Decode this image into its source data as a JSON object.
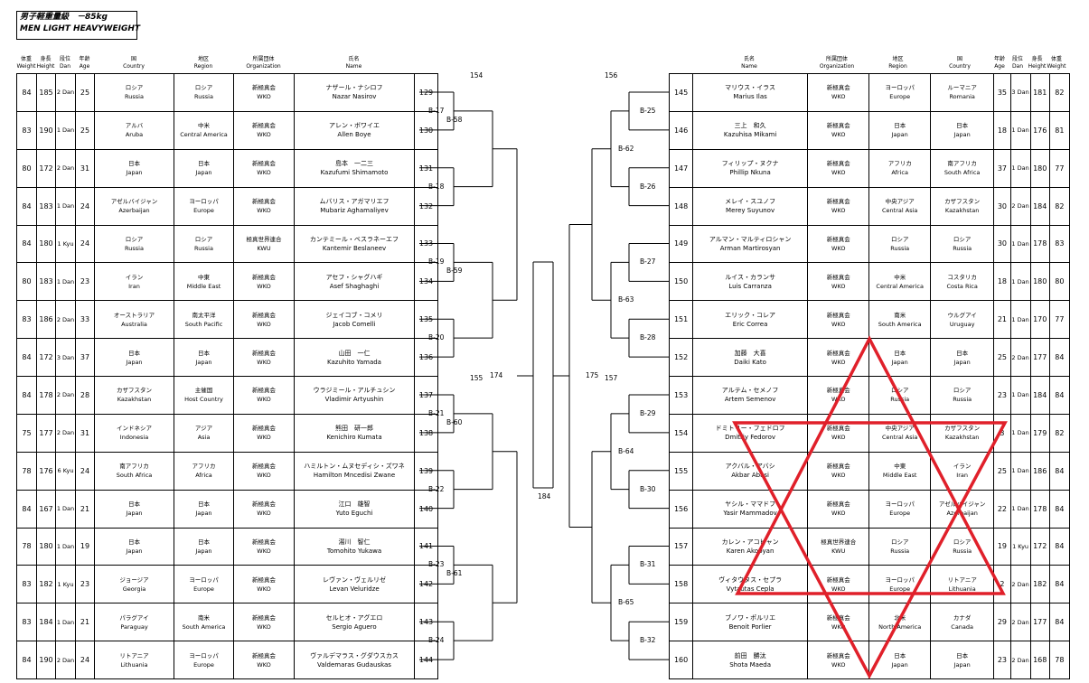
{
  "title": {
    "jp": "男子軽重量級　－85kg",
    "en": "MEN LIGHT HEAVYWEIGHT"
  },
  "headers": {
    "left": [
      {
        "jp": "体重",
        "en": "Weight"
      },
      {
        "jp": "身長",
        "en": "Height"
      },
      {
        "jp": "段位",
        "en": "Dan"
      },
      {
        "jp": "年齢",
        "en": "Age"
      },
      {
        "jp": "国",
        "en": "Country"
      },
      {
        "jp": "地区",
        "en": "Region"
      },
      {
        "jp": "所属団体",
        "en": "Organization"
      },
      {
        "jp": "氏名",
        "en": "Name"
      }
    ],
    "right": [
      {
        "jp": "氏名",
        "en": "Name"
      },
      {
        "jp": "所属団体",
        "en": "Organization"
      },
      {
        "jp": "地区",
        "en": "Region"
      },
      {
        "jp": "国",
        "en": "Country"
      },
      {
        "jp": "年齢",
        "en": "Age"
      },
      {
        "jp": "段位",
        "en": "Dan"
      },
      {
        "jp": "身長",
        "en": "Height"
      },
      {
        "jp": "体重",
        "en": "Weight"
      }
    ]
  },
  "left_players": [
    {
      "w": "84",
      "h": "185",
      "dan": "2 Dan",
      "age": "25",
      "country_jp": "ロシア",
      "country_en": "Russia",
      "region_jp": "ロシア",
      "region_en": "Russia",
      "org_jp": "新極真会",
      "org_en": "WKO",
      "name_jp": "ナザール・ナシロフ",
      "name_en": "Nazar Nasirov",
      "no": "129"
    },
    {
      "w": "83",
      "h": "190",
      "dan": "1 Dan",
      "age": "25",
      "country_jp": "アルバ",
      "country_en": "Aruba",
      "region_jp": "中米",
      "region_en": "Central America",
      "org_jp": "新極真会",
      "org_en": "WKO",
      "name_jp": "アレン・ボワイエ",
      "name_en": "Allen Boye",
      "no": "130"
    },
    {
      "w": "80",
      "h": "172",
      "dan": "2 Dan",
      "age": "31",
      "country_jp": "日本",
      "country_en": "Japan",
      "region_jp": "日本",
      "region_en": "Japan",
      "org_jp": "新極真会",
      "org_en": "WKO",
      "name_jp": "島本　一二三",
      "name_en": "Kazufumi Shimamoto",
      "no": "131"
    },
    {
      "w": "84",
      "h": "183",
      "dan": "1 Dan",
      "age": "24",
      "country_jp": "アゼルバイジャン",
      "country_en": "Azerbaijan",
      "region_jp": "ヨーロッパ",
      "region_en": "Europe",
      "org_jp": "新極真会",
      "org_en": "WKO",
      "name_jp": "ムバリス・アガマリエフ",
      "name_en": "Mubariz Aghamaliyev",
      "no": "132"
    },
    {
      "w": "84",
      "h": "180",
      "dan": "1 Kyu",
      "age": "24",
      "country_jp": "ロシア",
      "country_en": "Russia",
      "region_jp": "ロシア",
      "region_en": "Russia",
      "org_jp": "極真世界連合",
      "org_en": "KWU",
      "name_jp": "カンテミール・ベスラネーエフ",
      "name_en": "Kantemir Beslaneev",
      "no": "133"
    },
    {
      "w": "80",
      "h": "183",
      "dan": "1 Dan",
      "age": "23",
      "country_jp": "イラン",
      "country_en": "Iran",
      "region_jp": "中東",
      "region_en": "Middle East",
      "org_jp": "新極真会",
      "org_en": "WKO",
      "name_jp": "アセフ・シャグハギ",
      "name_en": "Asef Shaghaghi",
      "no": "134"
    },
    {
      "w": "83",
      "h": "186",
      "dan": "2 Dan",
      "age": "33",
      "country_jp": "オーストラリア",
      "country_en": "Australia",
      "region_jp": "南太平洋",
      "region_en": "South Pacific",
      "org_jp": "新極真会",
      "org_en": "WKO",
      "name_jp": "ジェイコブ・コメリ",
      "name_en": "Jacob Comelli",
      "no": "135"
    },
    {
      "w": "84",
      "h": "172",
      "dan": "3 Dan",
      "age": "37",
      "country_jp": "日本",
      "country_en": "Japan",
      "region_jp": "日本",
      "region_en": "Japan",
      "org_jp": "新極真会",
      "org_en": "WKO",
      "name_jp": "山田　一仁",
      "name_en": "Kazuhito Yamada",
      "no": "136"
    },
    {
      "w": "84",
      "h": "178",
      "dan": "2 Dan",
      "age": "28",
      "country_jp": "カザフスタン",
      "country_en": "Kazakhstan",
      "region_jp": "主催国",
      "region_en": "Host Country",
      "org_jp": "新極真会",
      "org_en": "WKO",
      "name_jp": "ウラジミール・アルチュシン",
      "name_en": "Vladimir Artyushin",
      "no": "137"
    },
    {
      "w": "75",
      "h": "177",
      "dan": "2 Dan",
      "age": "31",
      "country_jp": "インドネシア",
      "country_en": "Indonesia",
      "region_jp": "アジア",
      "region_en": "Asia",
      "org_jp": "新極真会",
      "org_en": "WKO",
      "name_jp": "熊田　研一郎",
      "name_en": "Kenichiro Kumata",
      "no": "138"
    },
    {
      "w": "78",
      "h": "176",
      "dan": "6 Kyu",
      "age": "24",
      "country_jp": "南アフリカ",
      "country_en": "South Africa",
      "region_jp": "アフリカ",
      "region_en": "Africa",
      "org_jp": "新極真会",
      "org_en": "WKO",
      "name_jp": "ハミルトン・ムヌセディシ・ズワネ",
      "name_en": "Hamilton Mncedisi Zwane",
      "no": "139"
    },
    {
      "w": "84",
      "h": "167",
      "dan": "1 Dan",
      "age": "21",
      "country_jp": "日本",
      "country_en": "Japan",
      "region_jp": "日本",
      "region_en": "Japan",
      "org_jp": "新極真会",
      "org_en": "WKO",
      "name_jp": "江口　雄智",
      "name_en": "Yuto Eguchi",
      "no": "140"
    },
    {
      "w": "78",
      "h": "180",
      "dan": "1 Dan",
      "age": "19",
      "country_jp": "日本",
      "country_en": "Japan",
      "region_jp": "日本",
      "region_en": "Japan",
      "org_jp": "新極真会",
      "org_en": "WKO",
      "name_jp": "湯川　智仁",
      "name_en": "Tomohito Yukawa",
      "no": "141"
    },
    {
      "w": "83",
      "h": "182",
      "dan": "1 Kyu",
      "age": "23",
      "country_jp": "ジョージア",
      "country_en": "Georgia",
      "region_jp": "ヨーロッパ",
      "region_en": "Europe",
      "org_jp": "新極真会",
      "org_en": "WKO",
      "name_jp": "レヴァン・ヴェルリゼ",
      "name_en": "Levan Veluridze",
      "no": "142"
    },
    {
      "w": "83",
      "h": "184",
      "dan": "1 Dan",
      "age": "21",
      "country_jp": "パラグアイ",
      "country_en": "Paraguay",
      "region_jp": "南米",
      "region_en": "South America",
      "org_jp": "新極真会",
      "org_en": "WKO",
      "name_jp": "セルヒオ・アグエロ",
      "name_en": "Sergio Aguero",
      "no": "143"
    },
    {
      "w": "84",
      "h": "190",
      "dan": "2 Dan",
      "age": "24",
      "country_jp": "リトアニア",
      "country_en": "Lithuania",
      "region_jp": "ヨーロッパ",
      "region_en": "Europe",
      "org_jp": "新極真会",
      "org_en": "WKO",
      "name_jp": "ヴァルデマラス・グダウスカス",
      "name_en": "Valdemaras Gudauskas",
      "no": "144"
    }
  ],
  "right_players": [
    {
      "no": "145",
      "name_jp": "マリウス・イラス",
      "name_en": "Marius Ilas",
      "org_jp": "新極真会",
      "org_en": "WKO",
      "region_jp": "ヨーロッパ",
      "region_en": "Europe",
      "country_jp": "ルーマニア",
      "country_en": "Romania",
      "age": "35",
      "dan": "3 Dan",
      "h": "181",
      "w": "82"
    },
    {
      "no": "146",
      "name_jp": "三上　和久",
      "name_en": "Kazuhisa Mikami",
      "org_jp": "新極真会",
      "org_en": "WKO",
      "region_jp": "日本",
      "region_en": "Japan",
      "country_jp": "日本",
      "country_en": "Japan",
      "age": "18",
      "dan": "1 Dan",
      "h": "176",
      "w": "81"
    },
    {
      "no": "147",
      "name_jp": "フィリップ・ヌクナ",
      "name_en": "Phillip Nkuna",
      "org_jp": "新極真会",
      "org_en": "WKO",
      "region_jp": "アフリカ",
      "region_en": "Africa",
      "country_jp": "南アフリカ",
      "country_en": "South Africa",
      "age": "37",
      "dan": "1 Dan",
      "h": "180",
      "w": "77"
    },
    {
      "no": "148",
      "name_jp": "メレイ・スユノフ",
      "name_en": "Merey Suyunov",
      "org_jp": "新極真会",
      "org_en": "WKO",
      "region_jp": "中央アジア",
      "region_en": "Central Asia",
      "country_jp": "カザフスタン",
      "country_en": "Kazakhstan",
      "age": "30",
      "dan": "2 Dan",
      "h": "184",
      "w": "82"
    },
    {
      "no": "149",
      "name_jp": "アルマン・マルティロシャン",
      "name_en": "Arman Martirosyan",
      "org_jp": "新極真会",
      "org_en": "WKO",
      "region_jp": "ロシア",
      "region_en": "Russia",
      "country_jp": "ロシア",
      "country_en": "Russia",
      "age": "30",
      "dan": "1 Dan",
      "h": "178",
      "w": "83"
    },
    {
      "no": "150",
      "name_jp": "ルイス・カランサ",
      "name_en": "Luis Carranza",
      "org_jp": "新極真会",
      "org_en": "WKO",
      "region_jp": "中米",
      "region_en": "Central America",
      "country_jp": "コスタリカ",
      "country_en": "Costa Rica",
      "age": "18",
      "dan": "1 Dan",
      "h": "180",
      "w": "80"
    },
    {
      "no": "151",
      "name_jp": "エリック・コレア",
      "name_en": "Eric Correa",
      "org_jp": "新極真会",
      "org_en": "WKO",
      "region_jp": "南米",
      "region_en": "South America",
      "country_jp": "ウルグアイ",
      "country_en": "Uruguay",
      "age": "21",
      "dan": "1 Dan",
      "h": "170",
      "w": "77"
    },
    {
      "no": "152",
      "name_jp": "加藤　大喜",
      "name_en": "Daiki Kato",
      "org_jp": "新極真会",
      "org_en": "WKO",
      "region_jp": "日本",
      "region_en": "Japan",
      "country_jp": "日本",
      "country_en": "Japan",
      "age": "25",
      "dan": "2 Dan",
      "h": "177",
      "w": "84"
    },
    {
      "no": "153",
      "name_jp": "アルテム・セメノフ",
      "name_en": "Artem Semenov",
      "org_jp": "新極真会",
      "org_en": "WKO",
      "region_jp": "ロシア",
      "region_en": "Russia",
      "country_jp": "ロシア",
      "country_en": "Russia",
      "age": "23",
      "dan": "1 Dan",
      "h": "184",
      "w": "84"
    },
    {
      "no": "154",
      "name_jp": "ドミトリー・フェドロフ",
      "name_en": "Dmitriy Fedorov",
      "org_jp": "新極真会",
      "org_en": "WKO",
      "region_jp": "中央アジア",
      "region_en": "Central Asia",
      "country_jp": "カザフスタン",
      "country_en": "Kazakhstan",
      "age": "3",
      "dan": "1 Dan",
      "h": "179",
      "w": "82"
    },
    {
      "no": "155",
      "name_jp": "アクバル・アバシ",
      "name_en": "Akbar Abasi",
      "org_jp": "新極真会",
      "org_en": "WKO",
      "region_jp": "中東",
      "region_en": "Middle East",
      "country_jp": "イラン",
      "country_en": "Iran",
      "age": "25",
      "dan": "1 Dan",
      "h": "186",
      "w": "84"
    },
    {
      "no": "156",
      "name_jp": "ヤシル・ママドフ",
      "name_en": "Yasir Mammadov",
      "org_jp": "新極真会",
      "org_en": "WKO",
      "region_jp": "ヨーロッパ",
      "region_en": "Europe",
      "country_jp": "アゼルバイジャン",
      "country_en": "Azerbaijan",
      "age": "22",
      "dan": "1 Dan",
      "h": "178",
      "w": "84"
    },
    {
      "no": "157",
      "name_jp": "カレン・アコピャン",
      "name_en": "Karen Akopyan",
      "org_jp": "極真世界連合",
      "org_en": "KWU",
      "region_jp": "ロシア",
      "region_en": "Russia",
      "country_jp": "ロシア",
      "country_en": "Russia",
      "age": "19",
      "dan": "1 Kyu",
      "h": "172",
      "w": "84"
    },
    {
      "no": "158",
      "name_jp": "ヴィタウタス・セプラ",
      "name_en": "Vytautas Cepla",
      "org_jp": "新極真会",
      "org_en": "WKO",
      "region_jp": "ヨーロッパ",
      "region_en": "Europe",
      "country_jp": "リトアニア",
      "country_en": "Lithuania",
      "age": "2",
      "dan": "2 Dan",
      "h": "182",
      "w": "84"
    },
    {
      "no": "159",
      "name_jp": "ブノワ・ポルリエ",
      "name_en": "Benoit Porlier",
      "org_jp": "新極真会",
      "org_en": "WKO",
      "region_jp": "北米",
      "region_en": "North America",
      "country_jp": "カナダ",
      "country_en": "Canada",
      "age": "29",
      "dan": "2 Dan",
      "h": "177",
      "w": "84"
    },
    {
      "no": "160",
      "name_jp": "前田　勝汰",
      "name_en": "Shota Maeda",
      "org_jp": "新極真会",
      "org_en": "WKO",
      "region_jp": "日本",
      "region_en": "Japan",
      "country_jp": "日本",
      "country_en": "Japan",
      "age": "23",
      "dan": "2 Dan",
      "h": "168",
      "w": "78"
    }
  ],
  "bracket_left": {
    "r1": [
      "B-17",
      "B-18",
      "B-19",
      "B-20",
      "B-21",
      "B-22",
      "B-23",
      "B-24"
    ],
    "r2": [
      "B-58",
      "B-59",
      "B-60",
      "B-61"
    ],
    "r3": [
      "154",
      "155"
    ],
    "semi": "174"
  },
  "bracket_right": {
    "r1": [
      "B-25",
      "B-26",
      "B-27",
      "B-28",
      "B-29",
      "B-30",
      "B-31",
      "B-32"
    ],
    "r2": [
      "B-62",
      "B-63",
      "B-64",
      "B-65"
    ],
    "r3": [
      "156",
      "157"
    ],
    "semi": "175"
  },
  "final": "184",
  "overlay": {
    "shape": "star-of-david",
    "color": "#e0202a"
  }
}
